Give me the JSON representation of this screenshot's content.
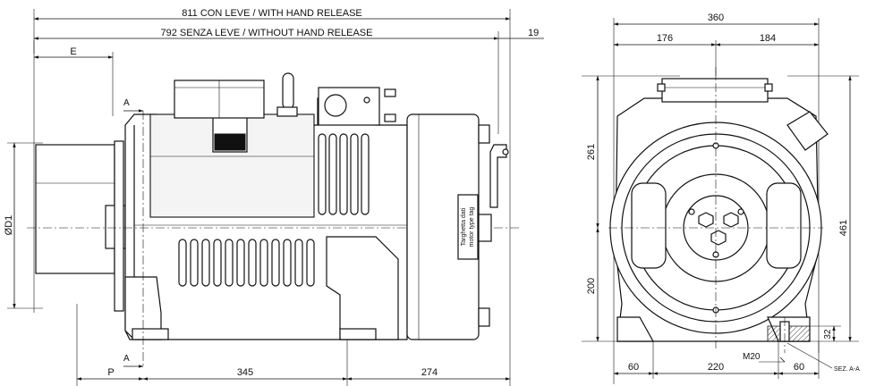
{
  "side_view": {
    "dim_overall_with_release": "811 CON LEVE / WITH HAND RELEASE",
    "dim_overall_without_release": "792 SENZA LEVE / WITHOUT HAND RELEASE",
    "dim_lever": "19",
    "dim_e": "E",
    "dim_d1": "ØD1",
    "dim_p": "P",
    "dim_345": "345",
    "dim_274": "274",
    "section_mark_top": "A",
    "section_mark_bottom": "A",
    "tag_line1": "Targhetta dati",
    "tag_line2": "motor type tag"
  },
  "front_view": {
    "dim_width": "360",
    "dim_176": "176",
    "dim_184": "184",
    "dim_261": "261",
    "dim_200": "200",
    "dim_461": "461",
    "dim_32": "32",
    "dim_60_left": "60",
    "dim_220": "220",
    "dim_60_right": "60",
    "thread": "M20",
    "section_label": "SEZ. A-A"
  }
}
